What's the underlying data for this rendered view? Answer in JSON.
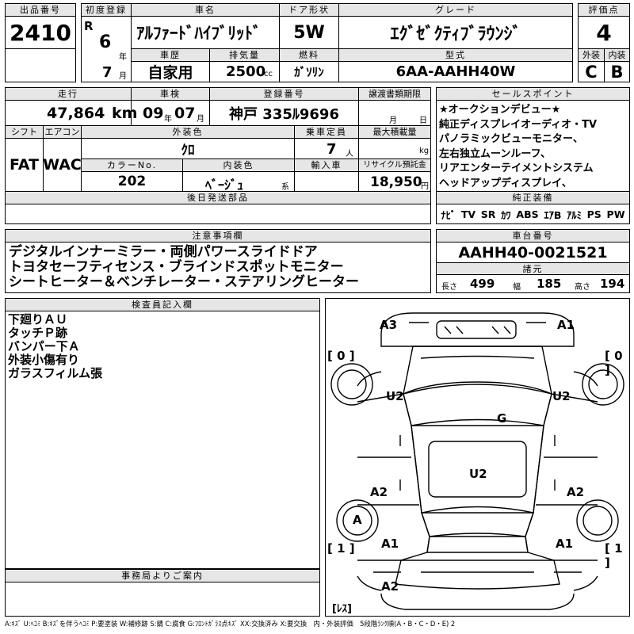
{
  "header": {
    "lot_no_label": "出品番号",
    "lot_no": "2410",
    "first_reg_label": "初度登録",
    "era_letter": "R",
    "year": "6",
    "year_unit": "年",
    "month": "7",
    "month_unit": "月",
    "car_name_label": "車名",
    "car_name": "ｱﾙﾌｧｰﾄﾞﾊｲﾌﾞﾘｯﾄﾞ",
    "door_label": "ドア形状",
    "door": "5W",
    "grade_label": "グレード",
    "grade": "ｴｸﾞｾﾞｸﾃｨﾌﾞﾗｳﾝｼﾞ",
    "score_label": "評価点",
    "score": "4",
    "history_label": "車歴",
    "history": "自家用",
    "displacement_label": "排気量",
    "displacement": "2500",
    "displacement_unit": "cc",
    "fuel_label": "燃料",
    "fuel": "ｶﾞｿﾘﾝ",
    "model_label": "型式",
    "model": "6AA-AAHH40W",
    "exterior_label": "外装",
    "exterior": "C",
    "interior_label": "内装",
    "interior": "B"
  },
  "row2": {
    "mileage_label": "走行",
    "mileage": "47,864",
    "mileage_unit": "km",
    "inspection_label": "車検",
    "insp_year": "09",
    "insp_year_unit": "年",
    "insp_month": "07",
    "insp_month_unit": "月",
    "plate_label": "登録番号",
    "plate": "神戸 335ﾙ9696",
    "transfer_label": "譲渡書類期限",
    "transfer_month_unit": "月",
    "transfer_day_unit": "日",
    "shift_label": "シフト",
    "shift": "FAT",
    "ac_label": "エアコン",
    "ac": "WAC",
    "ext_color_label": "外装色",
    "ext_color": "ｸﾛ",
    "capacity_label": "乗車定員",
    "capacity": "7",
    "capacity_unit": "人",
    "max_load_label": "最大積載量",
    "max_load_unit": "kg",
    "color_no_label": "カラーNo.",
    "color_no": "202",
    "int_color_label": "内装色",
    "int_color": "ﾍﾞｰｼﾞｭ",
    "int_color_unit": "系",
    "import_label": "輸入車",
    "recycle_label": "リサイクル預託金",
    "recycle": "18,950",
    "recycle_unit": "円",
    "later_parts_label": "後日発送部品"
  },
  "sales": {
    "label": "セールスポイント",
    "lines": [
      "★オークションデビュー★",
      "純正ディスプレイオーディオ・TV",
      "パノラミックビューモニター、",
      "左右独立ムーンルーフ、",
      "リアエンターテイメントシステム",
      "ヘッドアップディスプレイ、"
    ],
    "equip_label": "純正装備",
    "equip": [
      "ﾅﾋﾞ",
      "TV",
      "SR",
      "ｶﾜ",
      "ABS",
      "ｴｱB",
      "ｱﾙﾐ",
      "PS",
      "PW"
    ]
  },
  "notes": {
    "label": "注意事項欄",
    "lines": [
      "デジタルインナーミラー・両側パワースライドドア",
      "トヨタセーフティセンス・ブラインドスポットモニター",
      "シートヒーター＆ベンチレーター・ステアリングヒーター"
    ]
  },
  "chassis": {
    "label": "車台番号",
    "value": "AAHH40-0021521",
    "specs_label": "諸元",
    "length_label": "長さ",
    "length": "499",
    "width_label": "幅",
    "width": "185",
    "height_label": "高さ",
    "height": "194"
  },
  "inspector": {
    "label": "検査員記入欄",
    "lines": [
      "下廻りＡＵ",
      "タッチＰ跡",
      "バンパー下Ａ",
      "外装小傷有り",
      "ガラスフィルム張"
    ]
  },
  "diagram": {
    "a3": "A3",
    "a1_top": "A1",
    "bracket_left": "[ 0 ]",
    "bracket_right": "[ 0 ]",
    "u2_left": "U2",
    "u2_right": "U2",
    "g": "G",
    "u2_center": "U2",
    "a2_left": "A2",
    "a2_right": "A2",
    "a_wheel": "A",
    "bracket_left_bottom": "[ 1 ]",
    "bracket_right_bottom": "[ 1 ]",
    "a1_bl": "A1",
    "a1_br": "A1",
    "a2_bottom": "A2",
    "res": "[ﾚｽ]"
  },
  "office": {
    "label": "事務局よりご案内"
  },
  "legend": "A:ｷｽﾞ U:ﾍｺﾐ B:ｷｽﾞを伴うﾍｺﾐ P:要塗装 W:補修跡 S:錆 C:腐食 G:ﾌﾛﾝﾄｶﾞﾗｽ点ｷｽﾞ XX:交換済み X:要交換　内・外装評価　5段階ﾗﾝｸ順(A・B・C・D・E) 2"
}
